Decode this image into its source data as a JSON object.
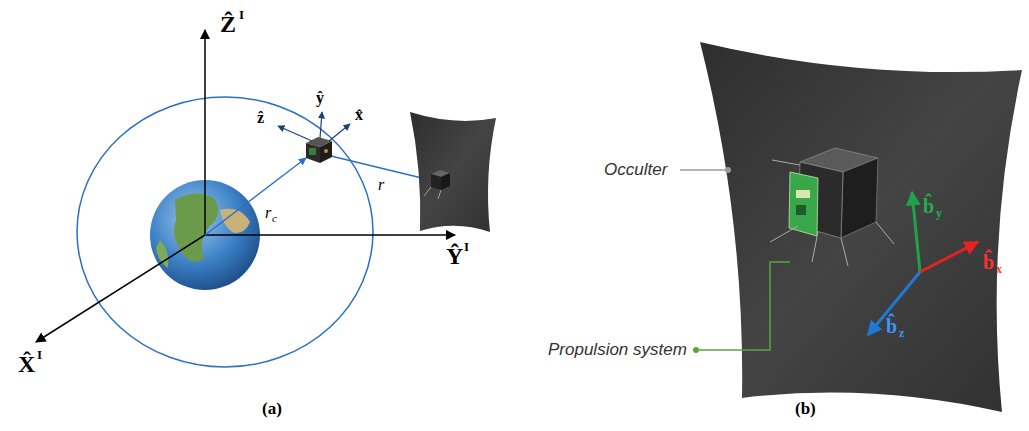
{
  "diagram": {
    "labels": [
      "Ẑ",
      "I",
      "Ŷ",
      "I",
      "X̂",
      "I",
      "ẑ",
      "ŷ",
      "x̂",
      "r",
      "c",
      "r",
      "Occulter",
      "Propulsion system",
      "b̂",
      "y",
      "b̂",
      "x",
      "b̂",
      "z",
      "(a)",
      "(b)"
    ]
  }
}
